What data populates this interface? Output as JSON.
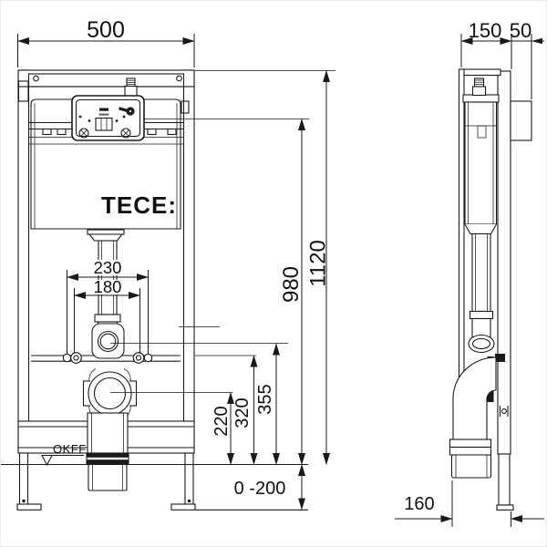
{
  "drawing": {
    "logo": "TECE:",
    "floor_marker": "OKFF",
    "dims": {
      "frame_width": "500",
      "frame_depth": "150",
      "plate_depth": "50",
      "total_height": "1120",
      "supply_height": "980",
      "fixing_width_outer": "230",
      "fixing_width_inner": "180",
      "flush_bend_height": "355",
      "fixing_height": "320",
      "outlet_height": "220",
      "leg_adjust_range": "0 -200",
      "outlet_depth": "160"
    },
    "colors": {
      "line": "#1a1a1a",
      "background": "#ffffff"
    }
  }
}
